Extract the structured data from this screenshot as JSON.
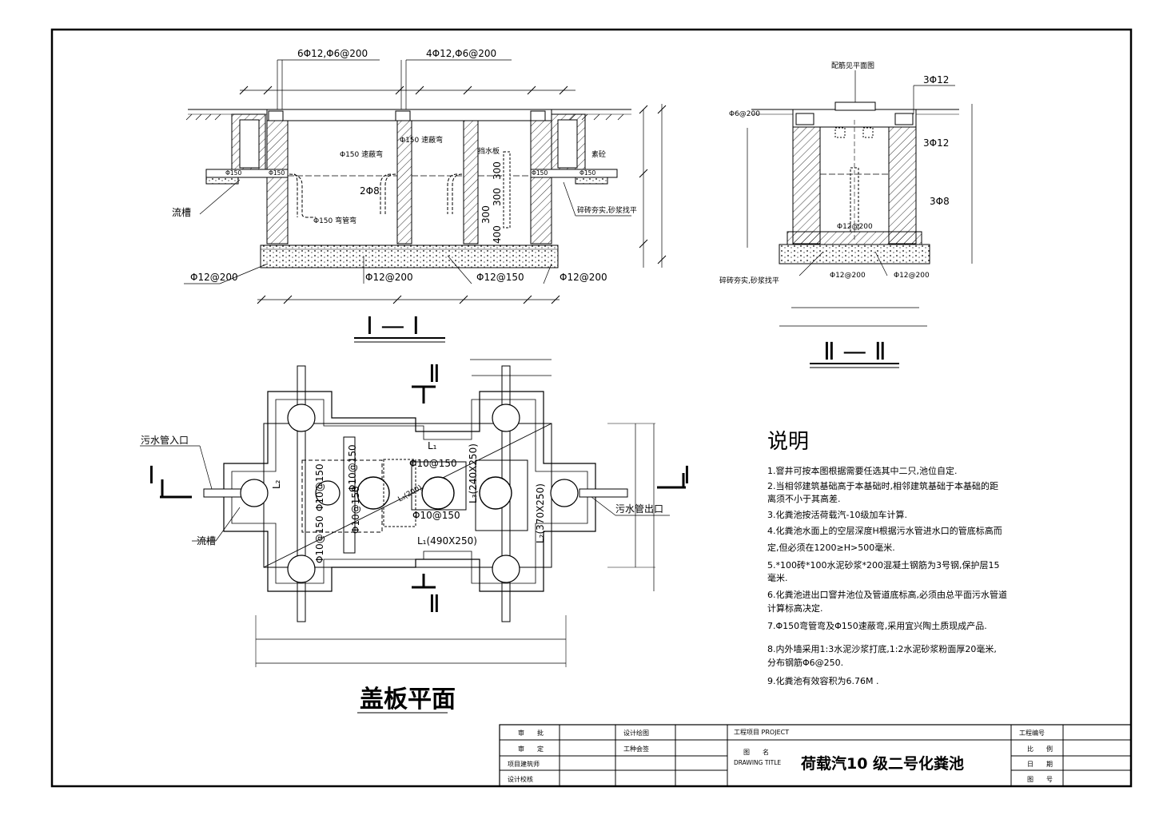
{
  "sections": {
    "section_1_title": "I — I",
    "section_2_title": "Ⅱ — Ⅱ",
    "plan_title": "盖板平面",
    "section_marks": {
      "one": "I",
      "two": "Ⅱ"
    }
  },
  "section_1_labels": {
    "top_left_rebar": "6Φ12,Φ6@200",
    "top_right_rebar": "4Φ12,Φ6@200",
    "elbow_up_left": "Φ150 速蔽弯",
    "elbow_up_mid": "Φ150 速蔽弯",
    "baffle": "挡水板",
    "riser": "素砼",
    "pipe_left": "Φ150",
    "pipe_left2": "Φ150",
    "pipe_right": "Φ150",
    "pipe_right2": "Φ150",
    "bar_2phi8": "2Φ8",
    "elbow_down": "Φ150 弯管弯",
    "groove": "流槽",
    "brick_note": "碎砖夯实,砂浆找平",
    "dim_300_a": "300",
    "dim_300_b": "300",
    "dim_300_c": "300",
    "dim_400": "400",
    "bottom_1": "Φ12@200",
    "bottom_2": "Φ12@200",
    "bottom_3": "Φ12@150",
    "bottom_4": "Φ12@200"
  },
  "section_2_labels": {
    "top": "配筋见平面图",
    "left_top": "Φ6@200",
    "r1": "3Φ12",
    "r2": "3Φ12",
    "r3": "3Φ8",
    "mid": "Φ12@200",
    "brick_note": "碎砖夯实,砂浆找平",
    "bottom_1": "Φ12@200",
    "bottom_2": "Φ12@200"
  },
  "plan_labels": {
    "inlet": "污水管入口",
    "outlet": "污水管出口",
    "groove": "流槽",
    "l1_top": "L₁",
    "l1_bottom": "L₁(490X250)",
    "l2_left": "L₂",
    "l2_right": "L₂(370X250)",
    "l3_diag": "L₃(240X250)",
    "l3_small": "L₃(200)",
    "phi10_a": "Φ10@150",
    "phi10_b": "Φ10@150",
    "phi10_c": "Φ10@150",
    "phi10_d": "Φ10@150",
    "phi10_e": "Φ10@150",
    "phi10_f": "Φ10@150"
  },
  "notes": {
    "title": "说明",
    "items": [
      "1.窨井可按本图根据需要任选其中二只,池位自定.",
      "2.当相邻建筑基础高于本基础时,相邻建筑基础于本基础的距",
      "   离须不小于其高差.",
      "3.化粪池按活荷载汽-10级加车计算.",
      "4.化粪池水面上的空层深度H根据污水管进水口的管底标高而",
      "   定,但必须在1200≥H>500毫米.",
      "5.*100砖*100水泥砂浆*200混凝土钢筋为3号钢,保护层15",
      "   毫米.",
      "6.化粪池进出口窨井池位及管道底标高,必须由总平面污水管道",
      "   计算标高决定.",
      "7.Φ150弯管弯及Φ150速蔽弯,采用宜兴陶土质现成产品.",
      "8.内外墙采用1:3水泥沙浆打底,1:2水泥砂浆粉面厚20毫米,",
      "   分布钢筋Φ6@250.",
      "9.化粪池有效容积为6.76M ."
    ]
  },
  "title_block": {
    "r1c1": "审　　批",
    "r1c3": "设计绘图",
    "r2c1": "审　　定",
    "r2c3": "工种会签",
    "r3c1": "项目建筑师",
    "r4c1": "设计校核",
    "project": "工程项目 PROJECT",
    "drawing_name": "图　　名",
    "drawing_title_en": "DRAWING TITLE",
    "title": "荷载汽10 级二号化粪池",
    "r_no": "工程编号",
    "r_scale": "比　　例",
    "r_date": "日　　期",
    "r_sheet": "图　　号"
  }
}
